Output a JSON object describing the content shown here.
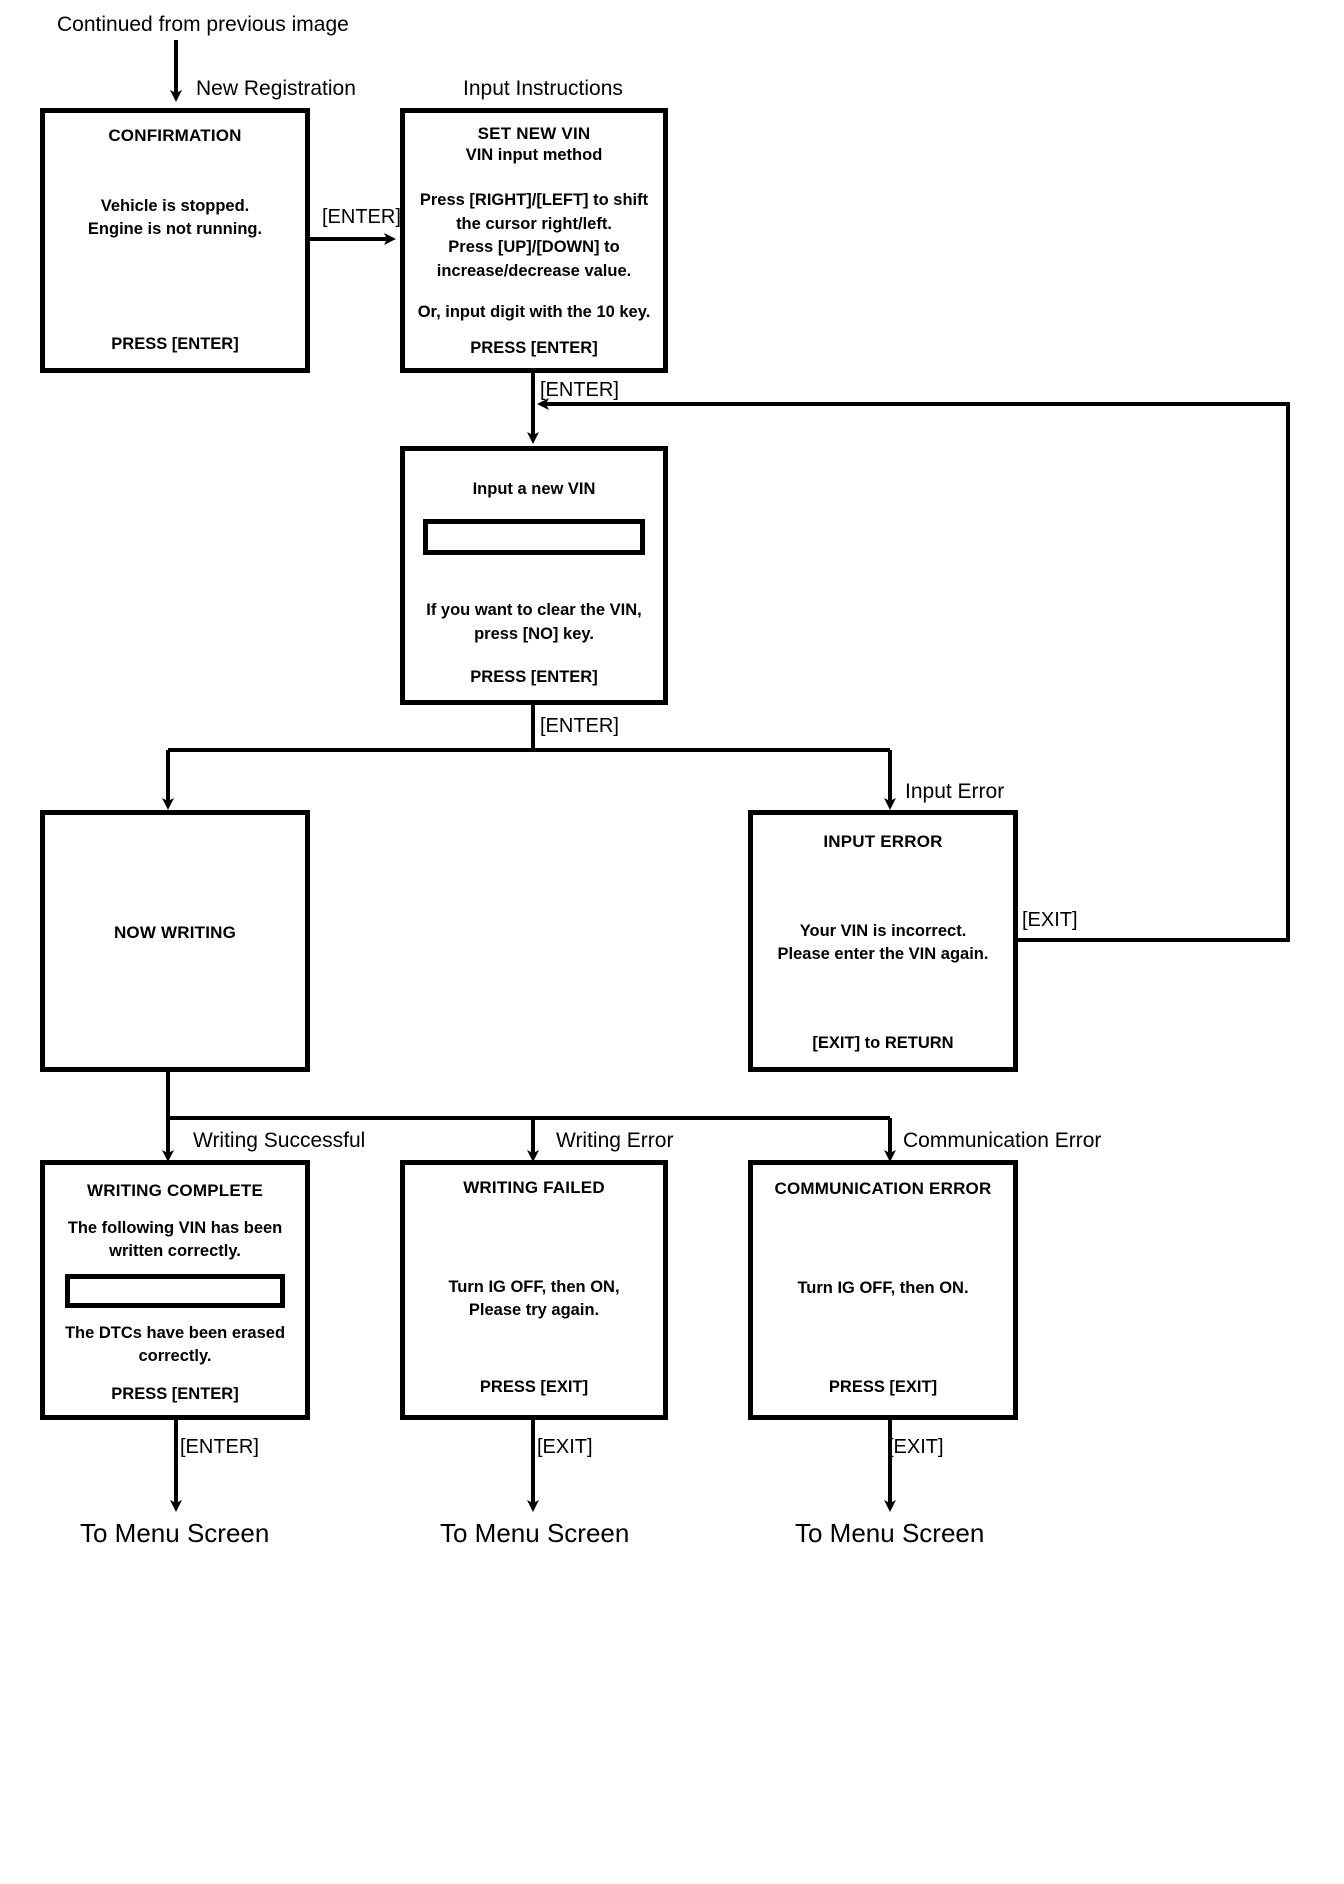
{
  "diagram": {
    "top_note": "Continued from previous image",
    "flow_labels": {
      "new_registration": "New Registration",
      "input_instructions": "Input Instructions",
      "input_error": "Input Error",
      "writing_successful": "Writing Successful",
      "writing_error": "Writing Error",
      "communication_error": "Communication Error"
    },
    "edge_labels": {
      "enter_1": "[ENTER]",
      "enter_2": "[ENTER]",
      "enter_3": "[ENTER]",
      "exit_loop": "[EXIT]",
      "enter_complete": "[ENTER]",
      "exit_failed": "[EXIT]",
      "exit_comm": "[EXIT]"
    },
    "terminals": {
      "menu_1": "To Menu Screen",
      "menu_2": "To Menu Screen",
      "menu_3": "To Menu Screen"
    },
    "boxes": {
      "confirmation": {
        "title": "CONFIRMATION",
        "lines": [
          "Vehicle is stopped.",
          "Engine is not running."
        ],
        "footer": "PRESS [ENTER]"
      },
      "set_new_vin": {
        "title": "SET NEW VIN",
        "subtitle": "VIN input method",
        "lines": [
          "Press [RIGHT]/[LEFT] to shift",
          "the cursor right/left.",
          "Press [UP]/[DOWN] to",
          "increase/decrease value."
        ],
        "extra": "Or, input digit with the 10 key.",
        "footer": "PRESS [ENTER]"
      },
      "input_new_vin": {
        "title": "Input a new VIN",
        "field_value": "",
        "lines": [
          "If you want to clear the VIN,",
          "press [NO] key."
        ],
        "footer": "PRESS [ENTER]"
      },
      "now_writing": {
        "title": "NOW WRITING"
      },
      "input_error": {
        "title": "INPUT ERROR",
        "lines": [
          "Your VIN is incorrect.",
          "Please enter the VIN again."
        ],
        "footer": "[EXIT] to RETURN"
      },
      "writing_complete": {
        "title": "WRITING COMPLETE",
        "lines_top": [
          "The following VIN has been",
          "written correctly."
        ],
        "field_value": "",
        "lines_bottom": [
          "The DTCs have been erased",
          "correctly."
        ],
        "footer": "PRESS [ENTER]"
      },
      "writing_failed": {
        "title": "WRITING FAILED",
        "lines": [
          "Turn IG OFF, then ON,",
          "Please try again."
        ],
        "footer": "PRESS [EXIT]"
      },
      "communication_error": {
        "title": "COMMUNICATION ERROR",
        "lines": [
          "Turn IG OFF, then ON."
        ],
        "footer": "PRESS [EXIT]"
      }
    }
  }
}
